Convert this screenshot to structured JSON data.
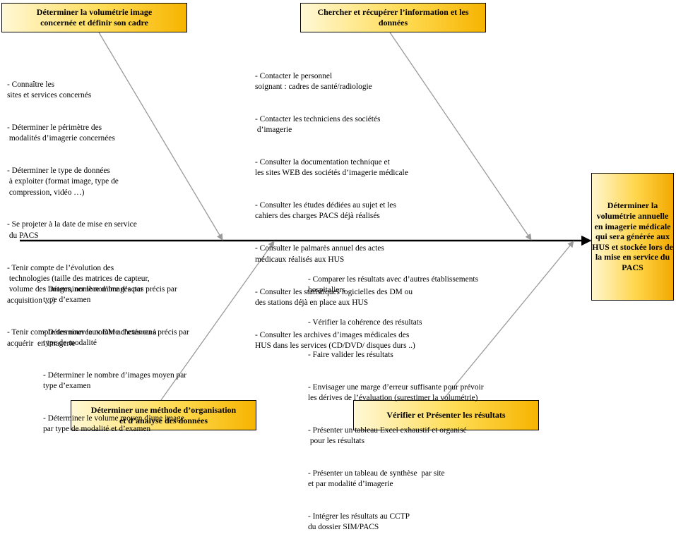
{
  "diagram": {
    "goal": "Déterminer la volumétrie annuelle en imagerie médicale qui sera générée aux HUS et stockée lors de la mise en service du PACS",
    "branches": [
      {
        "id": "top-left",
        "title": "Déterminer la volumétrie image\nconcernée et définir son cadre",
        "items": [
          "- Connaître les\nsites et services concernés",
          "- Déterminer le périmètre des\n modalités d’imagerie concernées",
          "- Déterminer le type de données\n à exploiter (format image, type de\n compression, vidéo …)",
          "- Se projeter à la date de mise en service\n du PACS",
          "- Tenir compte de l’évolution des\n technologies (taille des matrices de capteur,\n volume des images, nombre d’images par\nacquisition …)",
          "- Tenir compte des nouveaux DM achetés ou à\nacquérir  en imagerie"
        ]
      },
      {
        "id": "top-right",
        "title": "Chercher et récupérer l’information et les\ndonnées",
        "items": [
          "- Contacter le personnel\nsoignant : cadres de santé/radiologie",
          "- Contacter les techniciens des sociétés\n d’imagerie",
          "- Consulter la documentation technique et\nles sites WEB des sociétés d’imagerie médicale",
          "- Consulter les études dédiées au sujet et les\ncahiers des charges PACS déjà réalisés",
          "- Consulter le palmarès annuel des actes\nmédicaux réalisés aux HUS",
          "- Consulter les statistiques logicielles des DM ou\ndes stations déjà en place aux HUS",
          "- Consulter les archives d’images médicales des\nHUS dans les services (CD/DVD/ disques durs ..)"
        ]
      },
      {
        "id": "bottom-left",
        "title": "Déterminer  une méthode d’organisation\net d’analyse des données",
        "items": [
          "- Déterminer le nombre d’actes précis par\ntype d’examen",
          "- Déterminer le nombre d’examens précis par\ntype de modalité",
          "- Déterminer le nombre d’images moyen par\ntype d’examen",
          "- Déterminer le volume moyen d’une image\npar type de modalité et d’examen"
        ]
      },
      {
        "id": "bottom-right",
        "title": "Vérifier et Présenter les résultats",
        "items": [
          "- Comparer les résultats avec d’autres établissements\nhospitaliers",
          "- Vérifier la cohérence des résultats",
          "- Faire valider les résultats",
          "- Envisager une marge d’erreur suffisante pour prévoir\nles dérives de l’évaluation (surestimer la volumétrie)",
          "- Présenter un tableau Excel exhaustif et organisé\n pour les résultats",
          "- Présenter un tableau de synthèse  par site\net par modalité d’imagerie",
          "- Intégrer les résultats au CCTP\ndu dossier SIM/PACS"
        ]
      }
    ]
  }
}
